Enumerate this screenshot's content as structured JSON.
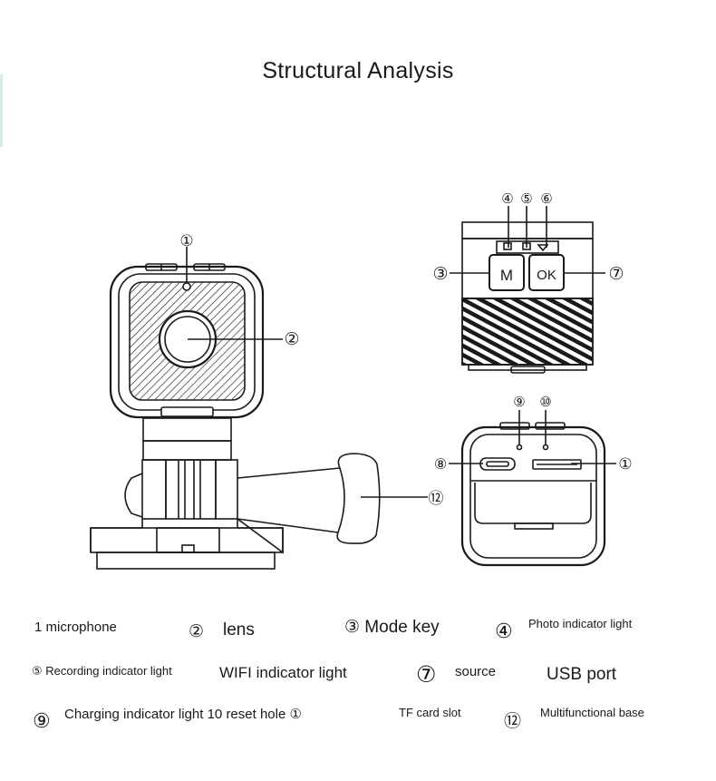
{
  "title": "Structural Analysis",
  "callouts": {
    "c1_top": "①",
    "c2": "②",
    "c3": "③",
    "c4": "④",
    "c5": "⑤",
    "c6": "⑥",
    "c7": "⑦",
    "c8": "⑧",
    "c9": "⑨",
    "c10": "⑩",
    "c1_side": "①",
    "c12": "⑫"
  },
  "buttons": {
    "m": "M",
    "ok": "OK"
  },
  "legend": {
    "r1_a": "1 microphone",
    "r1_b_num": "②",
    "r1_b": "lens",
    "r1_c": "③ Mode key",
    "r1_d_num": "④",
    "r1_d": "Photo indicator light",
    "r2_a": "⑤ Recording indicator light",
    "r2_b": "WIFI indicator light",
    "r2_c_num": "⑦",
    "r2_c": "source",
    "r2_d": "USB port",
    "r3_a_num": "⑨",
    "r3_a": "Charging indicator light 10 reset hole ①",
    "r3_b": "TF card slot",
    "r3_c_num": "⑫",
    "r3_c": "Multifunctional base"
  },
  "colors": {
    "line": "#1a1a1a",
    "background": "#ffffff",
    "accent": "#d8ece6"
  }
}
